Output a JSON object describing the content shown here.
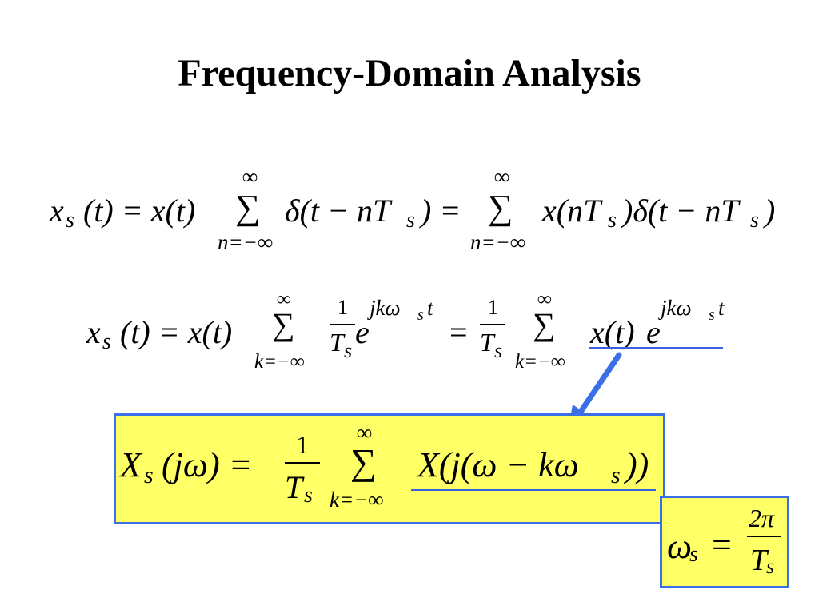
{
  "slide": {
    "title": "Frequency-Domain Analysis"
  },
  "eq1": {
    "lhs_x": "x",
    "lhs_sub": "s",
    "lhs_arg": "(t) = x(t)",
    "sigma": "∑",
    "sup": "∞",
    "sub": "n=−∞",
    "term1": "δ(t − nT",
    "term1_sub": "s",
    "term1_end": ") =",
    "sigma2": "∑",
    "sup2": "∞",
    "sub2": "n=−∞",
    "term2": "x(nT",
    "term2_sub": "s",
    "term2_mid": ")δ(t − nT",
    "term2_sub2": "s",
    "term2_end": ")"
  },
  "eq2": {
    "lhs_x": "x",
    "lhs_sub": "s",
    "lhs_arg": "(t) = x(t)",
    "sigma": "∑",
    "sup": "∞",
    "sub": "k=−∞",
    "frac_num": "1",
    "frac_den": "T",
    "frac_den_sub": "s",
    "exp_base": "e",
    "exp": "jkω",
    "exp_sub": "s",
    "exp_end": "t",
    "eq": "=",
    "frac2_num": "1",
    "frac2_den": "T",
    "frac2_den_sub": "s",
    "sigma2": "∑",
    "sup2": "∞",
    "sub2": "k=−∞",
    "term": "x(t)",
    "exp2_base": "e",
    "exp2": "jkω",
    "exp2_sub": "s",
    "exp2_end": "t"
  },
  "eq3": {
    "lhs_X": "X",
    "lhs_sub": "s",
    "lhs_arg": "(jω) =",
    "frac_num": "1",
    "frac_den": "T",
    "frac_den_sub": "s",
    "sigma": "∑",
    "sup": "∞",
    "sub": "k=−∞",
    "term": "X(j(ω − kω",
    "term_sub": "s",
    "term_end": "))"
  },
  "eq4": {
    "lhs": "ω",
    "lhs_sub": "s",
    "eq": "=",
    "frac_num": "2π",
    "frac_den": "T",
    "frac_den_sub": "s"
  },
  "colors": {
    "box_fill": "#ffff66",
    "box_border": "#3a6fe8",
    "underline": "#3a5fe0",
    "arrow": "#3a6fe8"
  }
}
